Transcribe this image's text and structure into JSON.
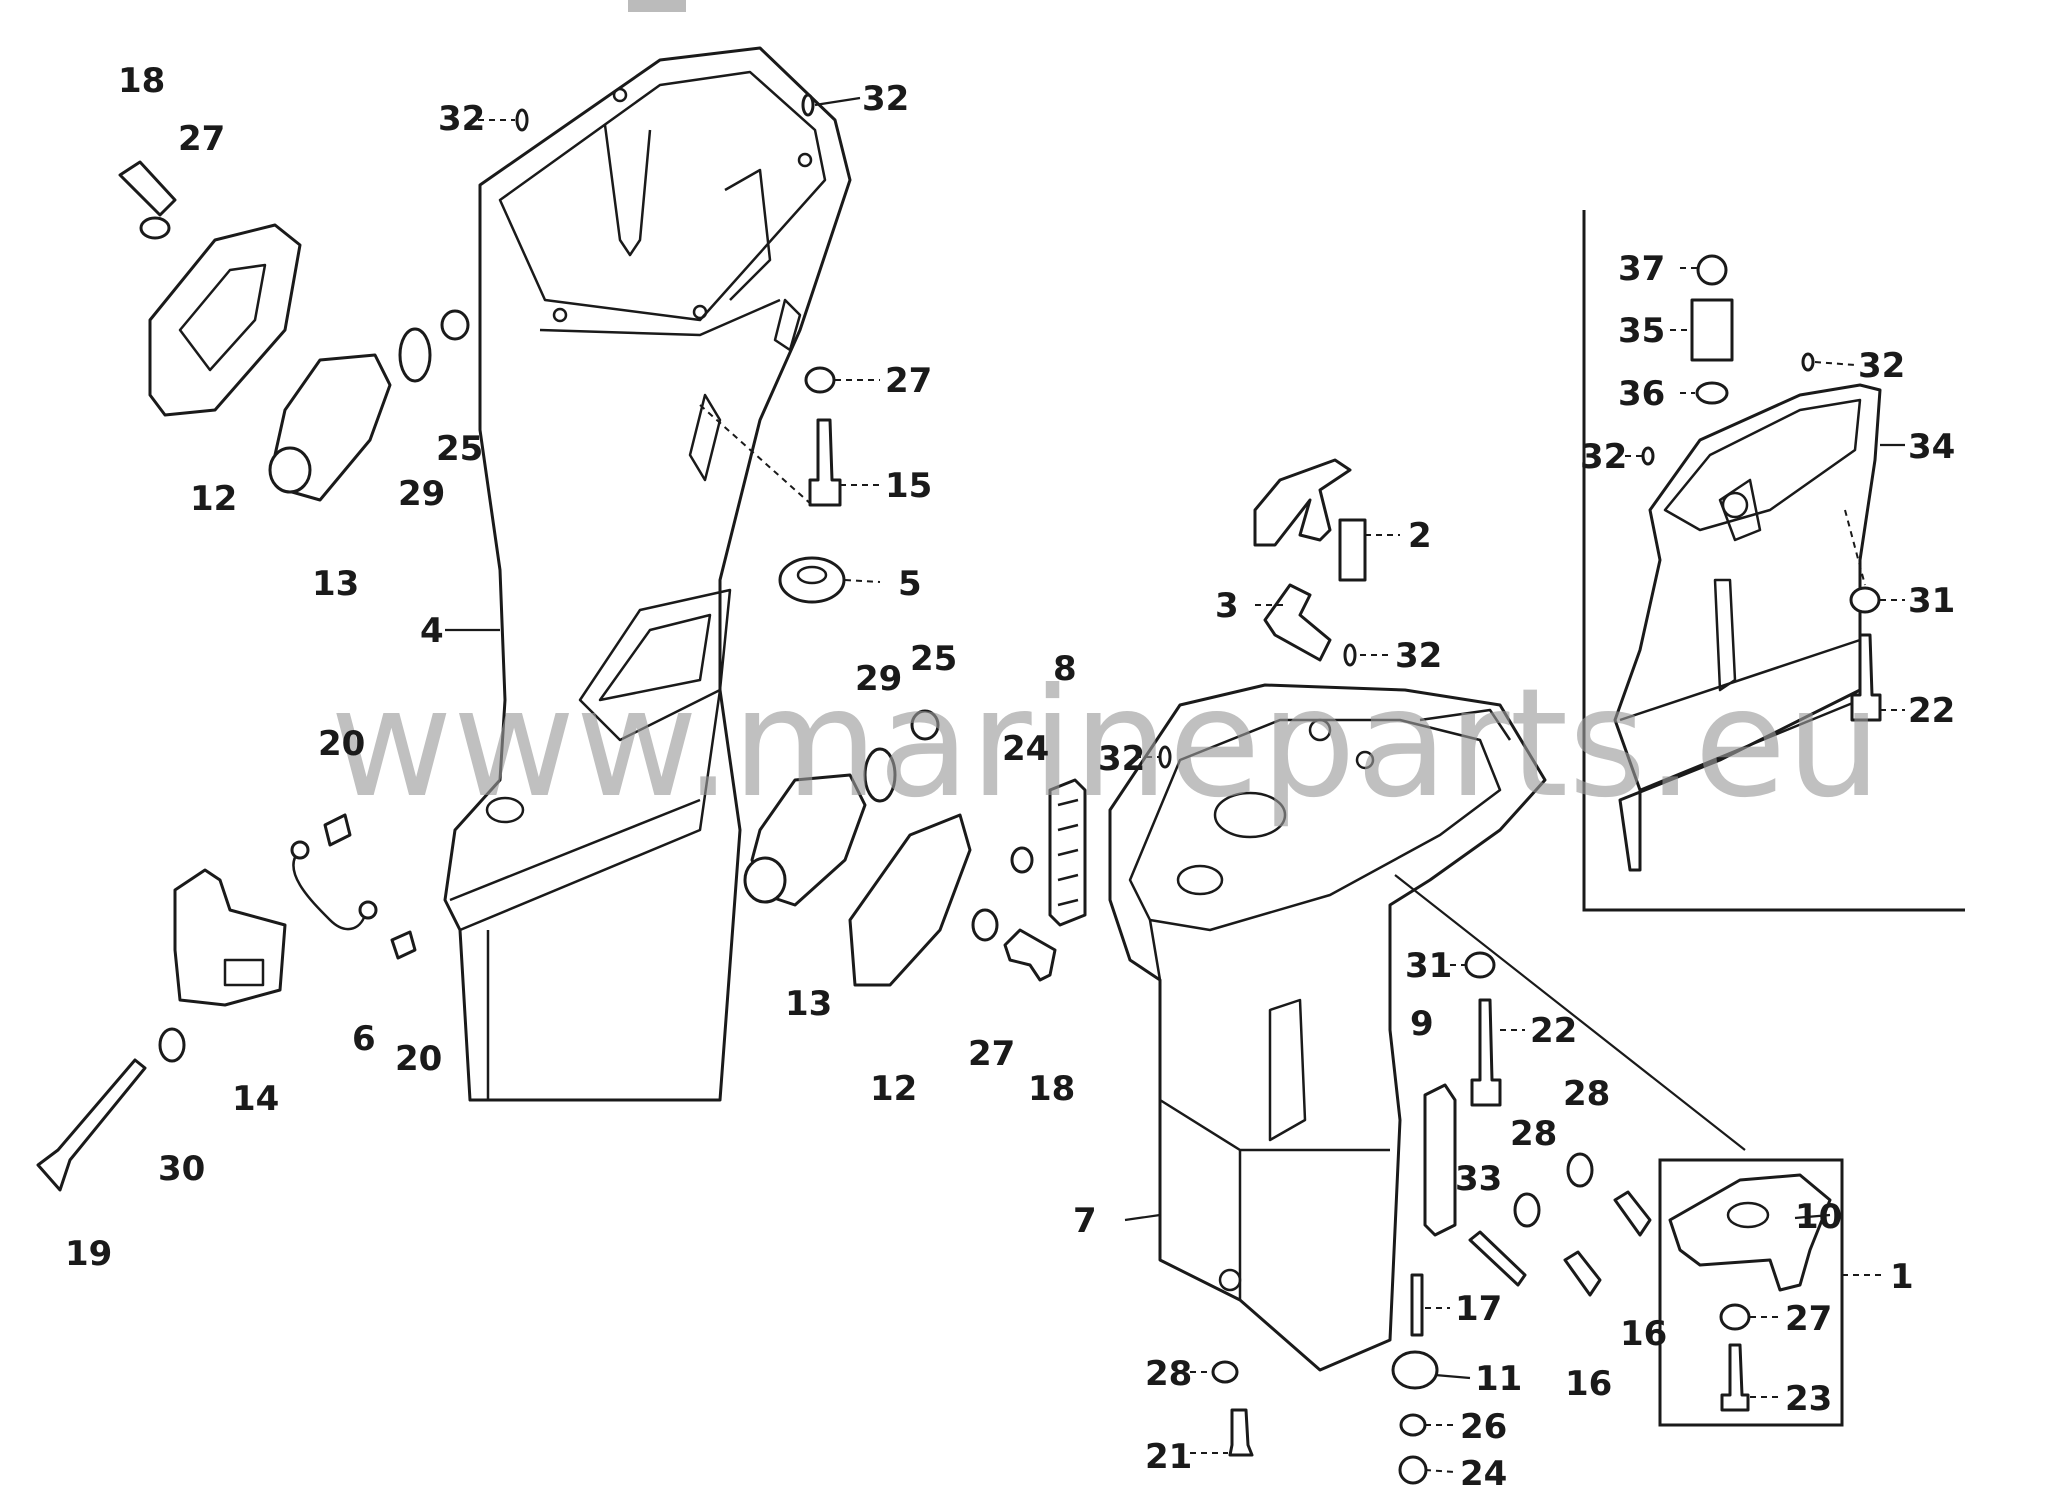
{
  "watermark": "www.marineparts.eu",
  "callouts": {
    "c18a": "18",
    "c27a": "27",
    "c12a": "12",
    "c13a": "13",
    "c29a": "29",
    "c25a": "25",
    "c32a": "32",
    "c32b": "32",
    "c27b": "27",
    "c15": "15",
    "c5": "5",
    "c4": "4",
    "c20a": "20",
    "c20b": "20",
    "c6": "6",
    "c14": "14",
    "c30": "30",
    "c19": "19",
    "c29b": "29",
    "c25b": "25",
    "c24a": "24",
    "c8": "8",
    "c13b": "13",
    "c12b": "12",
    "c27c": "27",
    "c18b": "18",
    "c2": "2",
    "c3": "3",
    "c32c": "32",
    "c32d": "32",
    "c31a": "31",
    "c22a": "22",
    "c9": "9",
    "c7": "7",
    "c33": "33",
    "c28a": "28",
    "c28b": "28",
    "c16a": "16",
    "c16b": "16",
    "c17": "17",
    "c11": "11",
    "c28c": "28",
    "c21": "21",
    "c26": "26",
    "c24b": "24",
    "c10": "10",
    "c1": "1",
    "c27d": "27",
    "c23": "23",
    "c37": "37",
    "c35": "35",
    "c36": "36",
    "c32e": "32",
    "c32f": "32",
    "c34": "34",
    "c31b": "31",
    "c22b": "22"
  }
}
